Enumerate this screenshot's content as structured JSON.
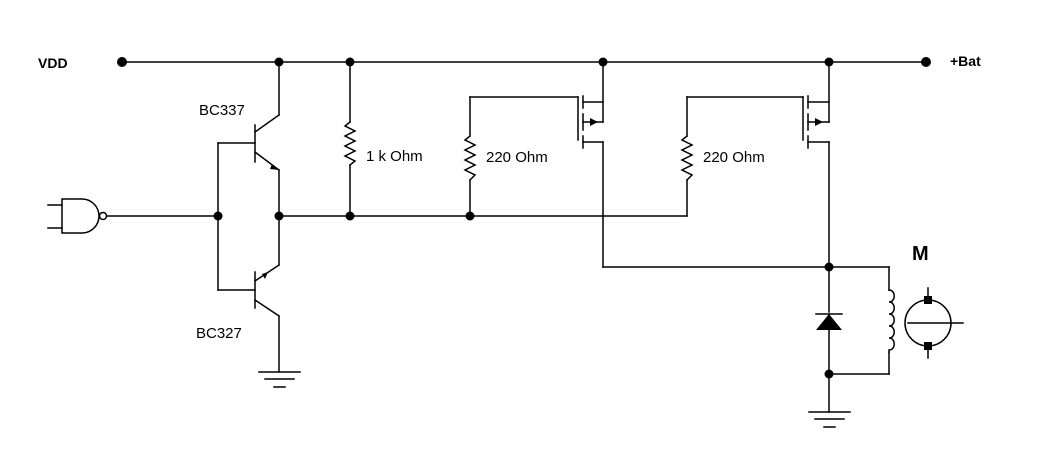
{
  "labels": {
    "vdd": "VDD",
    "bat": "+Bat",
    "q_npn": "BC337",
    "q_pnp": "BC327",
    "r1": "1 k Ohm",
    "r2": "220  Ohm",
    "r3": "220  Ohm",
    "motor": "M"
  },
  "colors": {
    "wire": "#000000",
    "background": "#ffffff"
  },
  "icons": [
    "nand-gate-icon",
    "npn-transistor-icon",
    "pnp-transistor-icon",
    "resistor-icon",
    "p-mosfet-icon",
    "diode-icon",
    "inductor-icon",
    "dc-motor-icon",
    "ground-icon"
  ]
}
